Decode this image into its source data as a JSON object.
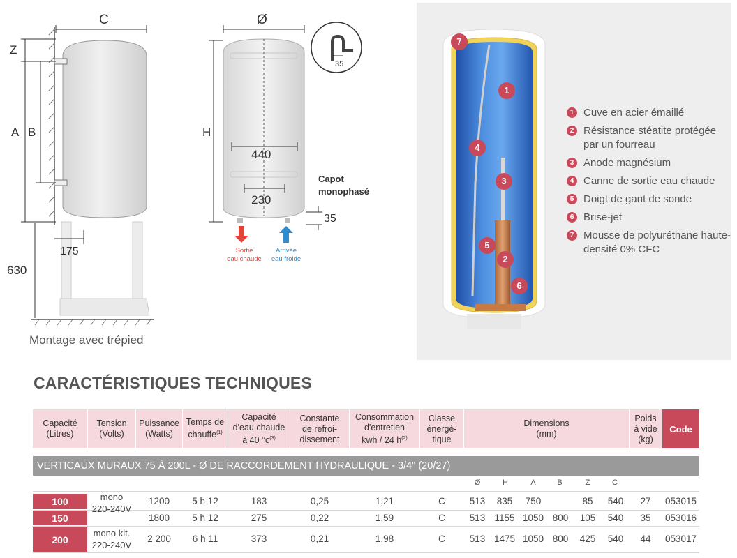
{
  "diagram": {
    "left": {
      "dim_c": "C",
      "dim_z": "Z",
      "dim_a": "A",
      "dim_b": "B",
      "dim_175": "175",
      "dim_630": "630",
      "caption": "Montage avec trépied"
    },
    "middle": {
      "dim_diameter": "Ø",
      "dim_h": "H",
      "dim_440": "440",
      "dim_230": "230",
      "dim_35": "35",
      "dim_35_detail": "35",
      "capot_line1": "Capot",
      "capot_line2": "monophasé",
      "sortie_line1": "Sortie",
      "sortie_line2": "eau chaude",
      "arrivee_line1": "Arrivée",
      "arrivee_line2": "eau froide",
      "sortie_color": "#e0453a",
      "arrivee_color": "#2e8ccf"
    },
    "cutaway": {
      "markers": [
        "1",
        "4",
        "3",
        "5",
        "2",
        "6",
        "7"
      ]
    }
  },
  "legend": {
    "items": [
      {
        "num": "1",
        "text": "Cuve en acier émaillé"
      },
      {
        "num": "2",
        "text": "Résistance stéatite protégée par un fourreau"
      },
      {
        "num": "3",
        "text": "Anode magnésium"
      },
      {
        "num": "4",
        "text": "Canne de sortie eau chaude"
      },
      {
        "num": "5",
        "text": "Doigt de gant de sonde"
      },
      {
        "num": "6",
        "text": "Brise-jet"
      },
      {
        "num": "7",
        "text": "Mousse de polyuréthane haute-densité 0% CFC"
      }
    ]
  },
  "table": {
    "title": "CARACTÉRISTIQUES TECHNIQUES",
    "accent_color": "#c8495a",
    "header_bg": "#f6d9de",
    "headers": {
      "capacite": [
        "Capacité",
        "(Litres)"
      ],
      "tension": [
        "Tension",
        "(Volts)"
      ],
      "puissance": [
        "Puissance",
        "(Watts)"
      ],
      "temps": [
        "Temps de",
        "chauffe"
      ],
      "temps_sup": "(1)",
      "cap_eau": [
        "Capacité",
        "d'eau chaude",
        "à 40 °c"
      ],
      "cap_eau_sup": "(3)",
      "constante": [
        "Constante",
        "de refroi-",
        "dissement"
      ],
      "consommation": [
        "Consommation",
        "d'entretien",
        "kwh / 24 h"
      ],
      "consommation_sup": "(2)",
      "classe": [
        "Classe",
        "énergé-",
        "tique"
      ],
      "dimensions": [
        "Dimensions",
        "(mm)"
      ],
      "poids": [
        "Poids",
        "à vide",
        "(kg)"
      ],
      "code": "Code"
    },
    "band": "VERTICAUX MURAUX 75 À 200L - Ø DE RACCORDEMENT HYDRAULIQUE - 3/4\" (20/27)",
    "dim_subheaders": [
      "Ø",
      "H",
      "A",
      "B",
      "Z",
      "C"
    ],
    "tension_group1": [
      "mono",
      "220-240V"
    ],
    "tension_group2": [
      "mono kit.",
      "220-240V"
    ],
    "rows": [
      {
        "capacite": "100",
        "puissance": "1200",
        "temps": "5 h 12",
        "cap_eau": "183",
        "constante": "0,25",
        "consommation": "1,21",
        "classe": "C",
        "d": "513",
        "h": "835",
        "a": "750",
        "b": "",
        "z": "85",
        "c": "540",
        "poids": "27",
        "code": "053015"
      },
      {
        "capacite": "150",
        "puissance": "1800",
        "temps": "5 h 12",
        "cap_eau": "275",
        "constante": "0,22",
        "consommation": "1,59",
        "classe": "C",
        "d": "513",
        "h": "1155",
        "a": "1050",
        "b": "800",
        "z": "105",
        "c": "540",
        "poids": "35",
        "code": "053016"
      },
      {
        "capacite": "200",
        "puissance": "2 200",
        "temps": "6 h 11",
        "cap_eau": "373",
        "constante": "0,21",
        "consommation": "1,98",
        "classe": "C",
        "d": "513",
        "h": "1475",
        "a": "1050",
        "b": "800",
        "z": "425",
        "c": "540",
        "poids": "44",
        "code": "053017"
      }
    ]
  }
}
